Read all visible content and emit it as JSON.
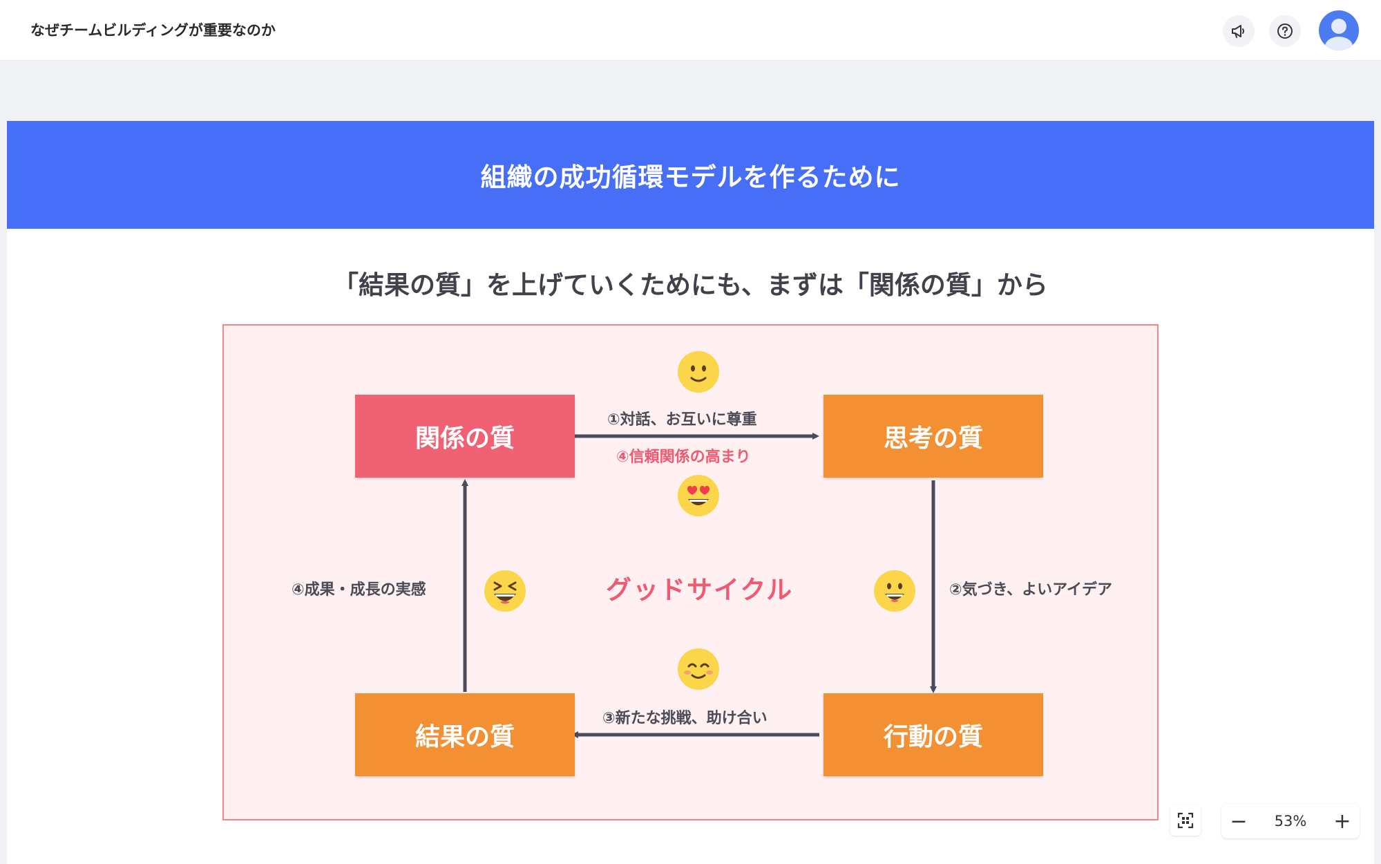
{
  "topbar": {
    "document_title": "なぜチームビルディングが重要なのか",
    "icons": [
      "megaphone-icon",
      "help-icon",
      "user-avatar"
    ]
  },
  "slide": {
    "header": "組織の成功循環モデルを作るために",
    "subtitle": "「結果の質」を上げていくためにも、まずは「関係の質」から",
    "diagram": {
      "boxes": {
        "relationship": "関係の質",
        "thinking": "思考の質",
        "action": "行動の質",
        "result": "結果の質"
      },
      "cycle_label": "グッドサイクル",
      "step1": "①対話、お互いに尊重",
      "step2": "②気づき、よいアイデア",
      "step3": "③新たな挑戦、助け合い",
      "step4a": "④成果・成長の実感",
      "step4b": "④信頼関係の高まり"
    },
    "colors": {
      "header_bg": "#466ef6",
      "pink_box": "#ef6173",
      "orange_box": "#f39034",
      "diagram_bg": "#fff1f2",
      "accent_text": "#ef5a72"
    }
  },
  "controls": {
    "zoom_value": "53%",
    "zoom_out": "−",
    "zoom_in": "+"
  }
}
